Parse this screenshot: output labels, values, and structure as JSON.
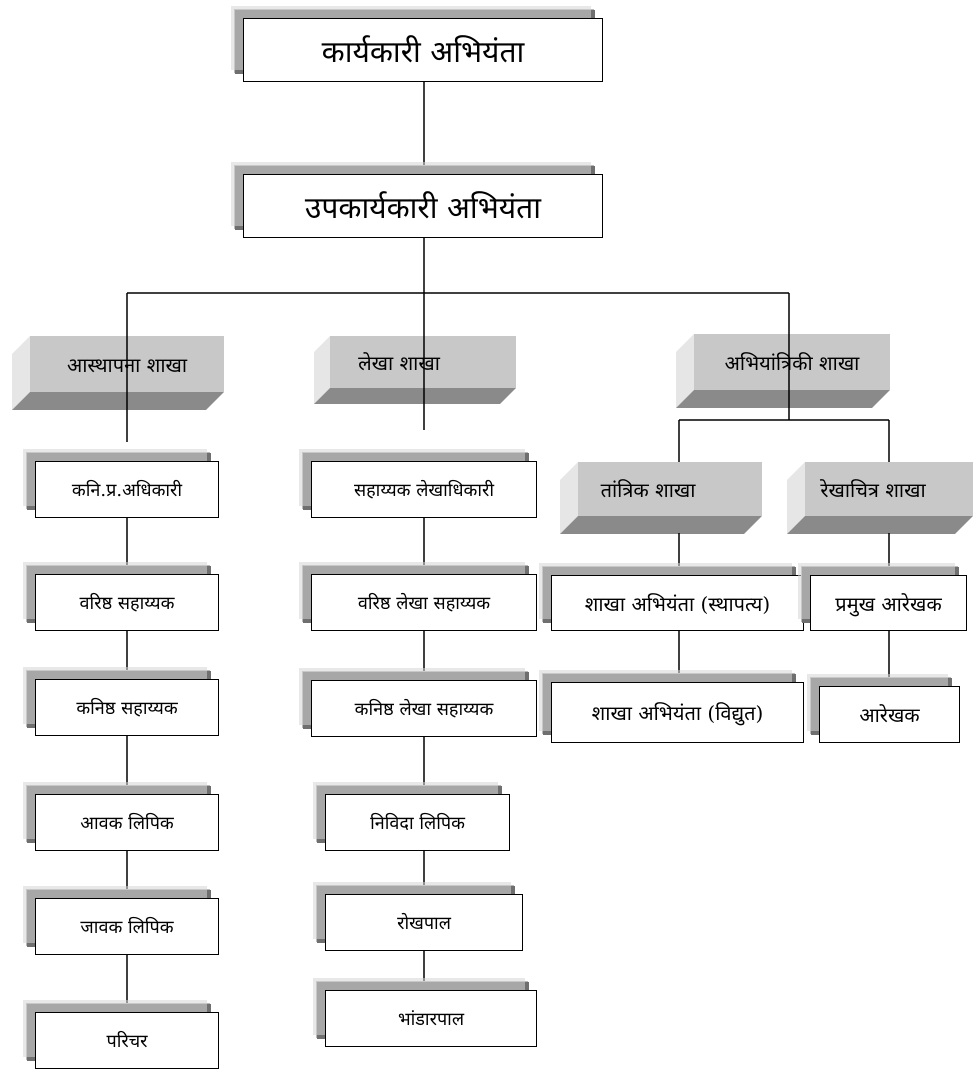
{
  "top": {
    "executive_engineer": "कार्यकारी अभियंता",
    "deputy_executive_engineer": "उपकार्यकारी अभियंता"
  },
  "branches": {
    "establishment": {
      "label": "आस्थापना शाखा",
      "posts": [
        "कनि.प्र.अधिकारी",
        "वरिष्ठ सहाय्यक",
        "कनिष्ठ सहाय्यक",
        "आवक लिपिक",
        "जावक लिपिक",
        "परिचर"
      ]
    },
    "accounts": {
      "label": "लेखा शाखा",
      "posts": [
        "सहाय्यक लेखाधिकारी",
        "वरिष्ठ लेखा सहाय्यक",
        "कनिष्ठ लेखा सहाय्यक",
        "निविदा लिपिक",
        "रोखपाल",
        "भांडारपाल"
      ]
    },
    "engineering": {
      "label": "अभियांत्रिकी शाखा",
      "technical": {
        "label": "तांत्रिक शाखा",
        "posts": [
          "शाखा अभियंता (स्थापत्य)",
          "शाखा अभियंता (विद्युत)"
        ]
      },
      "drawing": {
        "label": "रेखाचित्र शाखा",
        "posts": [
          "प्रमुख आरेखक",
          "आरेखक"
        ]
      }
    }
  },
  "colors": {
    "box_border": "#000000",
    "box_fill": "#ffffff",
    "shadow_dark": "#6f6f6f",
    "shadow_light": "#d5d5d5",
    "branch_face": "#c8c8c8",
    "branch_light": "#e6e6e6",
    "branch_dark": "#8a8a8a",
    "line": "#000000"
  }
}
